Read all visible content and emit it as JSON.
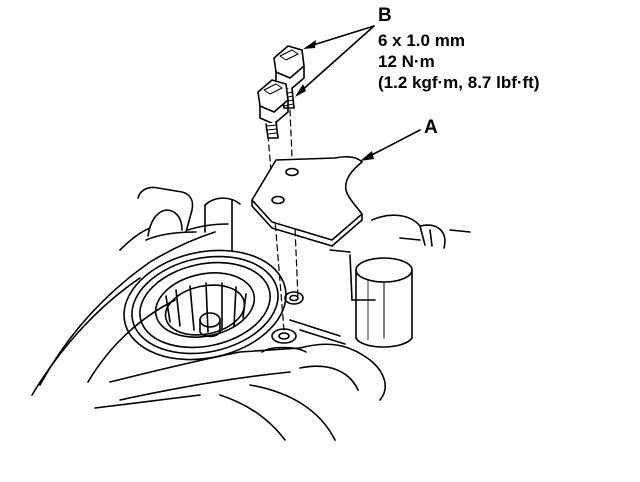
{
  "callouts": {
    "a": {
      "letter": "A"
    },
    "b": {
      "letter": "B",
      "spec_lines": [
        "6 x 1.0 mm",
        "12 N·m",
        "(1.2 kgf·m, 8.7 lbf·ft)"
      ]
    }
  },
  "colors": {
    "line": "#000000",
    "background": "#ffffff"
  }
}
